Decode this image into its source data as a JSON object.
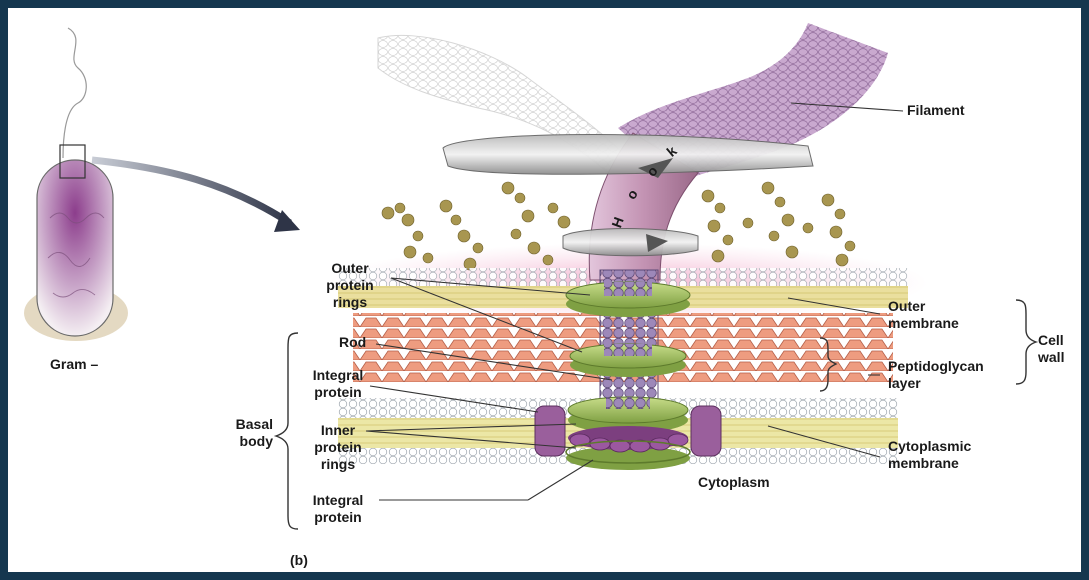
{
  "labels": {
    "filament": "Filament",
    "hook_letters": [
      "H",
      "o",
      "o",
      "k"
    ],
    "outer_protein_rings": "Outer\nprotein\nrings",
    "rod": "Rod",
    "integral_protein_upper": "Integral\nprotein",
    "basal_body": "Basal\nbody",
    "inner_protein_rings": "Inner\nprotein\nrings",
    "integral_protein_lower": "Integral\nprotein",
    "outer_membrane": "Outer\nmembrane",
    "peptidoglycan_layer": "Peptidoglycan\nlayer",
    "cell_wall": "Cell\nwall",
    "cytoplasmic_membrane": "Cytoplasmic\nmembrane",
    "cytoplasm": "Cytoplasm",
    "gram": "Gram –",
    "panel": "(b)"
  },
  "colors": {
    "background_border": "#15374f",
    "filament": "#c9a9cf",
    "hook": "#b88aa8",
    "rings": "#9cbc59",
    "rod": "#8f78ab",
    "integral_protein": "#9a5f9c",
    "outer_membrane": "#e8dc9b",
    "peptidoglycan": "#e58f72",
    "cytoplasmic_membrane": "#e9e4a0",
    "lipopolysaccharide": "#9c8a4a"
  }
}
